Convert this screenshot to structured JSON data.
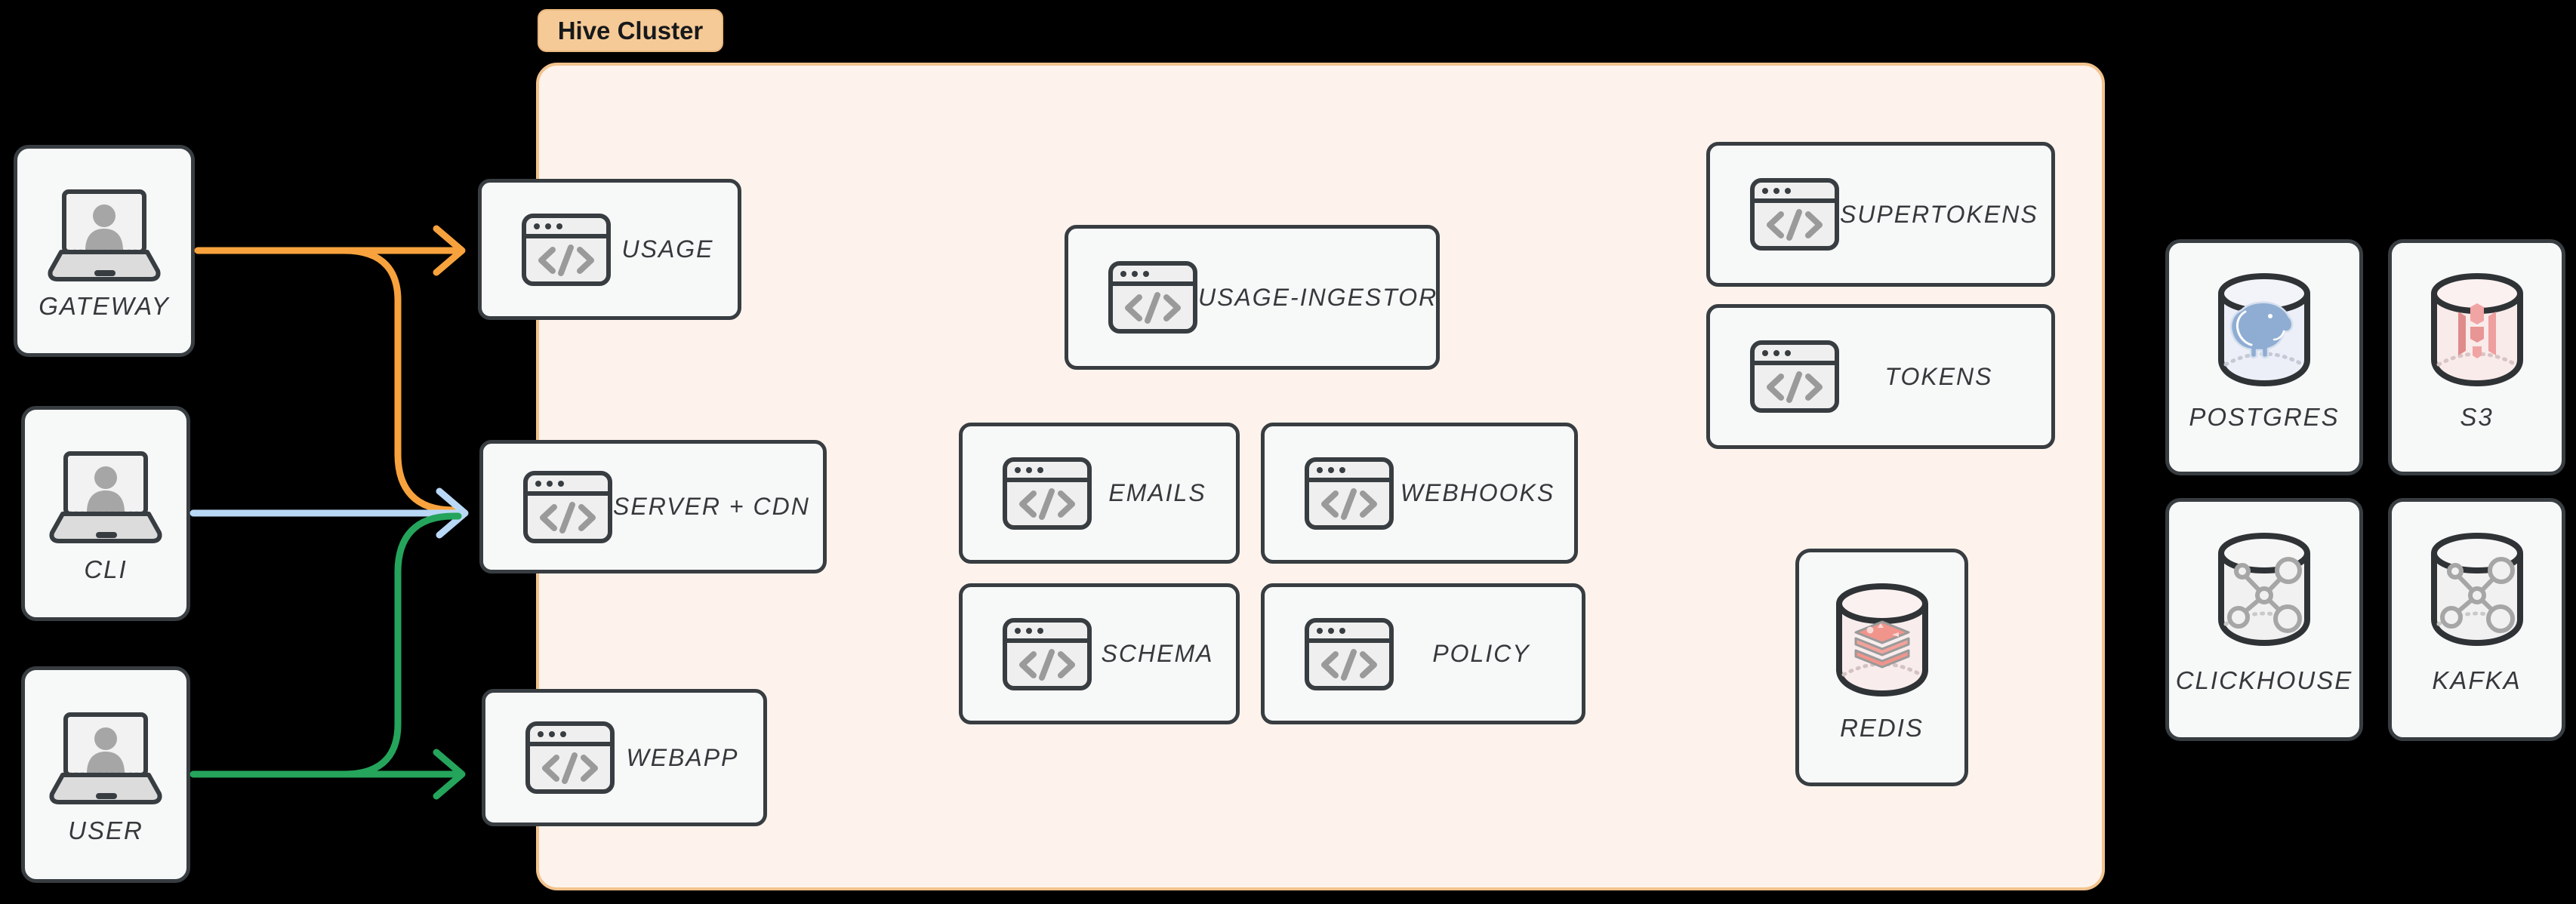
{
  "badge": {
    "label": "Hive Cluster"
  },
  "external_clients": {
    "gateway": {
      "label": "GATEWAY"
    },
    "cli": {
      "label": "CLI"
    },
    "user": {
      "label": "USER"
    }
  },
  "cluster_services": {
    "usage": {
      "label": "USAGE"
    },
    "server_cdn": {
      "label": "SERVER + CDN"
    },
    "webapp": {
      "label": "WEBAPP"
    },
    "usage_ingestor": {
      "label": "USAGE-INGESTOR"
    },
    "emails": {
      "label": "EMAILS"
    },
    "webhooks": {
      "label": "WEBHOOKS"
    },
    "schema": {
      "label": "SCHEMA"
    },
    "policy": {
      "label": "POLICY"
    },
    "supertokens": {
      "label": "SUPERTOKENS"
    },
    "tokens": {
      "label": "TOKENS"
    },
    "redis": {
      "label": "REDIS"
    }
  },
  "external_datastores": {
    "postgres": {
      "label": "POSTGRES"
    },
    "s3": {
      "label": "S3"
    },
    "clickhouse": {
      "label": "CLICKHOUSE"
    },
    "kafka": {
      "label": "KAFKA"
    }
  },
  "edges": [
    {
      "from": "GATEWAY",
      "to": "USAGE",
      "color": "orange"
    },
    {
      "from": "GATEWAY",
      "to": "SERVER + CDN",
      "color": "orange"
    },
    {
      "from": "CLI",
      "to": "SERVER + CDN",
      "color": "blue"
    },
    {
      "from": "USER",
      "to": "SERVER + CDN",
      "color": "green"
    },
    {
      "from": "USER",
      "to": "WEBAPP",
      "color": "green"
    }
  ],
  "icons": {
    "clients": "laptop-user-icon",
    "services": "code-window-icon",
    "datastores": "database-cylinder-icon"
  },
  "colors": {
    "background": "#000000",
    "cluster_fill": "#fdf3ec",
    "cluster_border": "#f2c38e",
    "badge_fill": "#f6ca96",
    "badge_border": "#eab77f",
    "card_fill": "#f7f8f8",
    "card_border": "#383d41",
    "label_color": "#36393c",
    "arrow_orange": "#f8a23d",
    "arrow_blue": "#b9d8f6",
    "arrow_green": "#25a45b",
    "icon_gray": "#9a9a9a",
    "redis_pink": "#f1948c",
    "postgres_blue": "#8fadd3",
    "s3_red": "#e59090"
  }
}
